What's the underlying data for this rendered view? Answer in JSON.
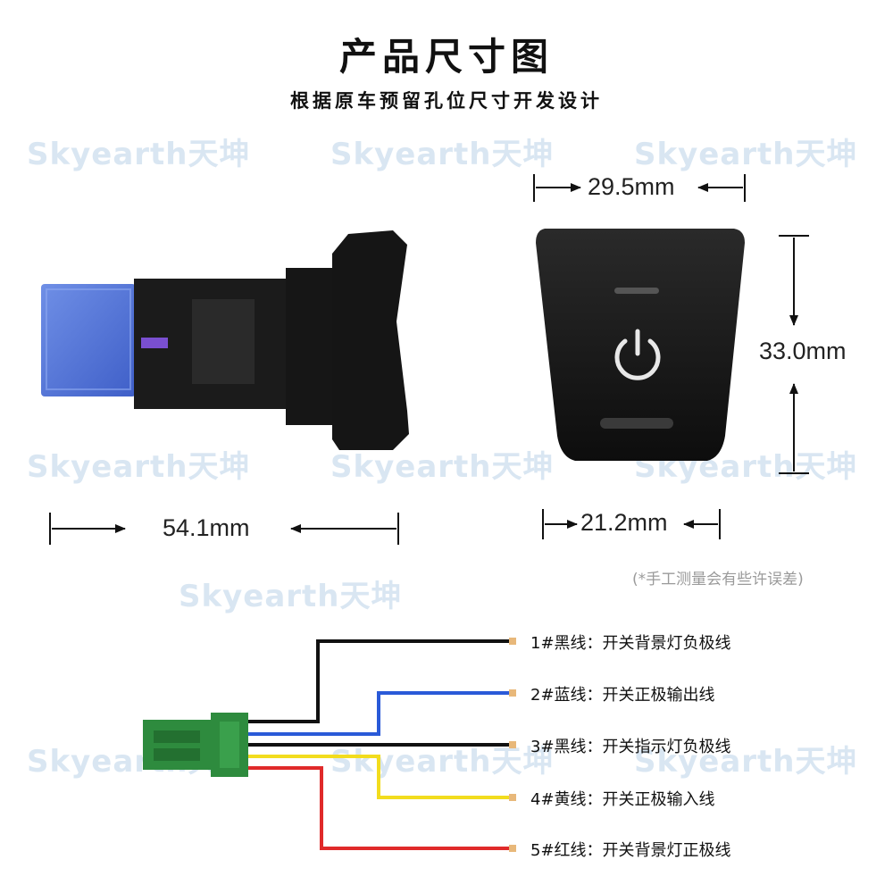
{
  "header": {
    "title": "产品尺寸图",
    "subtitle": "根据原车预留孔位尺寸开发设计"
  },
  "watermark": {
    "text": "Skyearth天坤"
  },
  "dimensions": {
    "top_width": "29.5mm",
    "height": "33.0mm",
    "length": "54.1mm",
    "bottom_width": "21.2mm"
  },
  "note": "(*手工测量会有些许误差)",
  "wires": [
    {
      "label": "1#黑线：开关背景灯负极线",
      "color": "#111111"
    },
    {
      "label": "2#蓝线：开关正极输出线",
      "color": "#2a5ad8"
    },
    {
      "label": "3#黑线：开关指示灯负极线",
      "color": "#111111"
    },
    {
      "label": "4#黄线：开关正极输入线",
      "color": "#f2dc1e"
    },
    {
      "label": "5#红线：开关背景灯正极线",
      "color": "#e02a2a"
    }
  ],
  "icons": [
    "power-icon"
  ],
  "colors": {
    "connector": "#2e8b3e",
    "switch_body": "#1a1a1a",
    "blue_housing": "#4a6fd6"
  }
}
